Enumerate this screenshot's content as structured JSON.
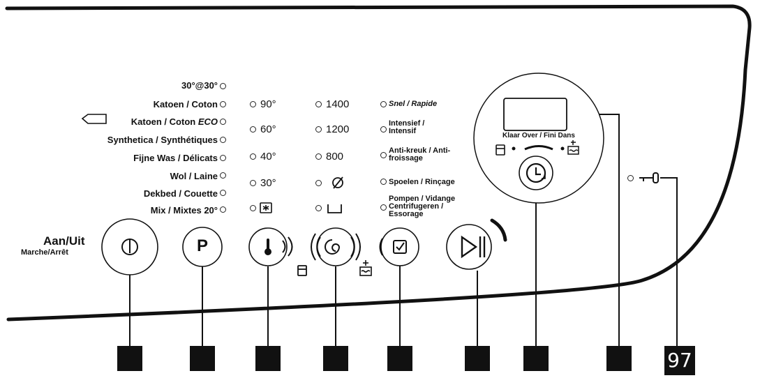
{
  "programs": [
    {
      "id": "30at30",
      "label": "30°@30°"
    },
    {
      "id": "katoen",
      "label": "Katoen / Coton"
    },
    {
      "id": "katoen-eco",
      "label": "Katoen / Coton",
      "suffix": "ECO"
    },
    {
      "id": "synthetica",
      "label": "Synthetica / Synthétiques"
    },
    {
      "id": "fijne-was",
      "label": "Fijne Was / Délicats"
    },
    {
      "id": "wol",
      "label": "Wol / Laine"
    },
    {
      "id": "dekbed",
      "label": "Dekbed / Couette"
    },
    {
      "id": "mix",
      "label": "Mix / Mixtes 20°"
    }
  ],
  "temperatures": [
    "90°",
    "60°",
    "40°",
    "30°"
  ],
  "spin_speeds": [
    "1400",
    "1200",
    "800"
  ],
  "options": [
    {
      "id": "snel",
      "label": "Snel / Rapide"
    },
    {
      "id": "intensief",
      "label": "Intensief / Intensif"
    },
    {
      "id": "antikreuk",
      "label": "Anti-kreuk / Anti-froissage"
    },
    {
      "id": "spoelen",
      "label": "Spoelen / Rinçage"
    },
    {
      "id": "pompen",
      "label": "Pompen / Vidange Centrifugeren / Essorage"
    }
  ],
  "power": {
    "title": "Aan/Uit",
    "subtitle": "Marche/Arrêt"
  },
  "program_button_label": "P",
  "display": {
    "label": "Klaar Over / Fini Dans"
  },
  "page_number": "97"
}
